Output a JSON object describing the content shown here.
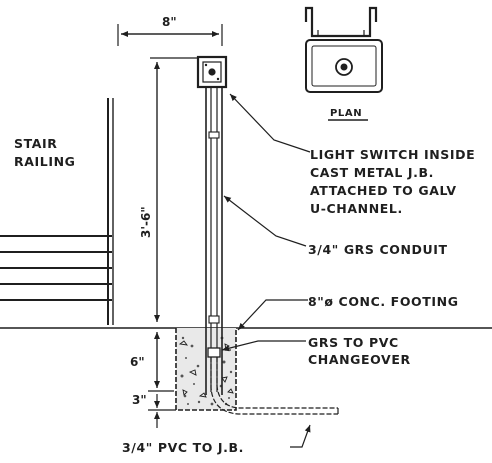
{
  "labels": {
    "stair_railing_1": "STAIR",
    "stair_railing_2": "RAILING",
    "plan": "PLAN",
    "switch_1": "LIGHT SWITCH INSIDE",
    "switch_2": "CAST METAL J.B.",
    "switch_3": "ATTACHED TO GALV",
    "switch_4": "U-CHANNEL.",
    "conduit": "3/4\" GRS CONDUIT",
    "footing": "8\"ø CONC. FOOTING",
    "changeover_1": "GRS TO PVC",
    "changeover_2": "CHANGEOVER",
    "pvc": "3/4\" PVC TO J.B."
  },
  "dimensions": {
    "width_top": "8\"",
    "height_post": "3'-6\"",
    "depth_6": "6\"",
    "depth_3": "3\""
  },
  "colors": {
    "ink": "#1f1f1f",
    "paper": "#ffffff"
  }
}
